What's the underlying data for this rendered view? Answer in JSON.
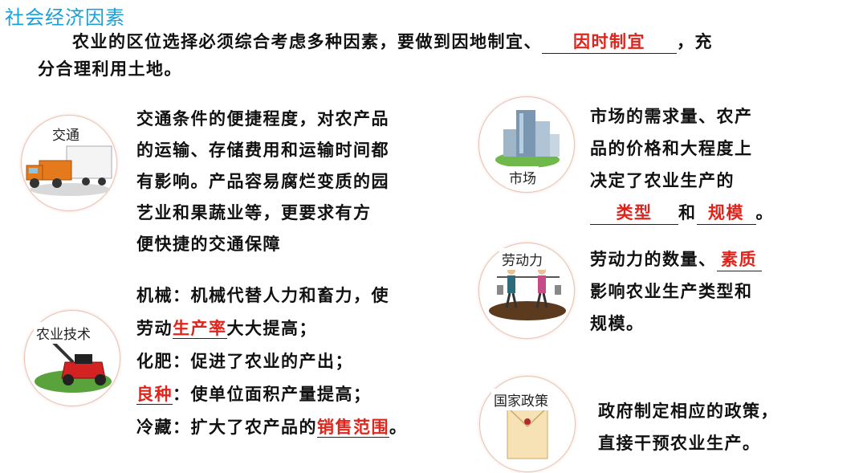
{
  "title": "社会经济因素",
  "intro": {
    "line1_pre": "农业的区位选择必须综合考虑多种因素，要做到因地制宜、",
    "blank": "因时制宜",
    "line1_post": "，充",
    "line2": "分合理利用土地。"
  },
  "transport": {
    "label": "交通",
    "lines": [
      "交通条件的便捷程度，对农产品",
      "的运输、存储费用和运输时间都",
      "有影响。产品容易腐烂变质的园",
      "艺业和果蔬业等，更要求有方",
      "便快捷的交通保障"
    ]
  },
  "tech": {
    "label": "农业技术",
    "l1": "机械：机械代替人力和畜力，使",
    "l2_pre": "劳动",
    "l2_blank": "生产率",
    "l2_post": "大大提高；",
    "l3": "化肥：促进了农业的产出；",
    "l4_blank": "良种",
    "l4_post": "：使单位面积产量提高；",
    "l5_pre": "冷藏：扩大了农产品的",
    "l5_blank": "销售范围",
    "l5_post": "。"
  },
  "market": {
    "label": "市场",
    "lines": [
      "市场的需求量、农产",
      "品的价格和大程度上",
      "决定了农业生产的"
    ],
    "blank1": "类型",
    "mid": "和",
    "blank2": "规模",
    "end": "。"
  },
  "labor": {
    "label": "劳动力",
    "l1_pre": "劳动力的数量、",
    "l1_blank": "素质",
    "l2": "影响农业生产类型和",
    "l3": "规模。"
  },
  "policy": {
    "label": "国家政策",
    "lines": [
      "政府制定相应的政策，",
      "直接干预农业生产。"
    ]
  },
  "colors": {
    "title": "#1aa0d8",
    "answer": "#e0241b"
  }
}
